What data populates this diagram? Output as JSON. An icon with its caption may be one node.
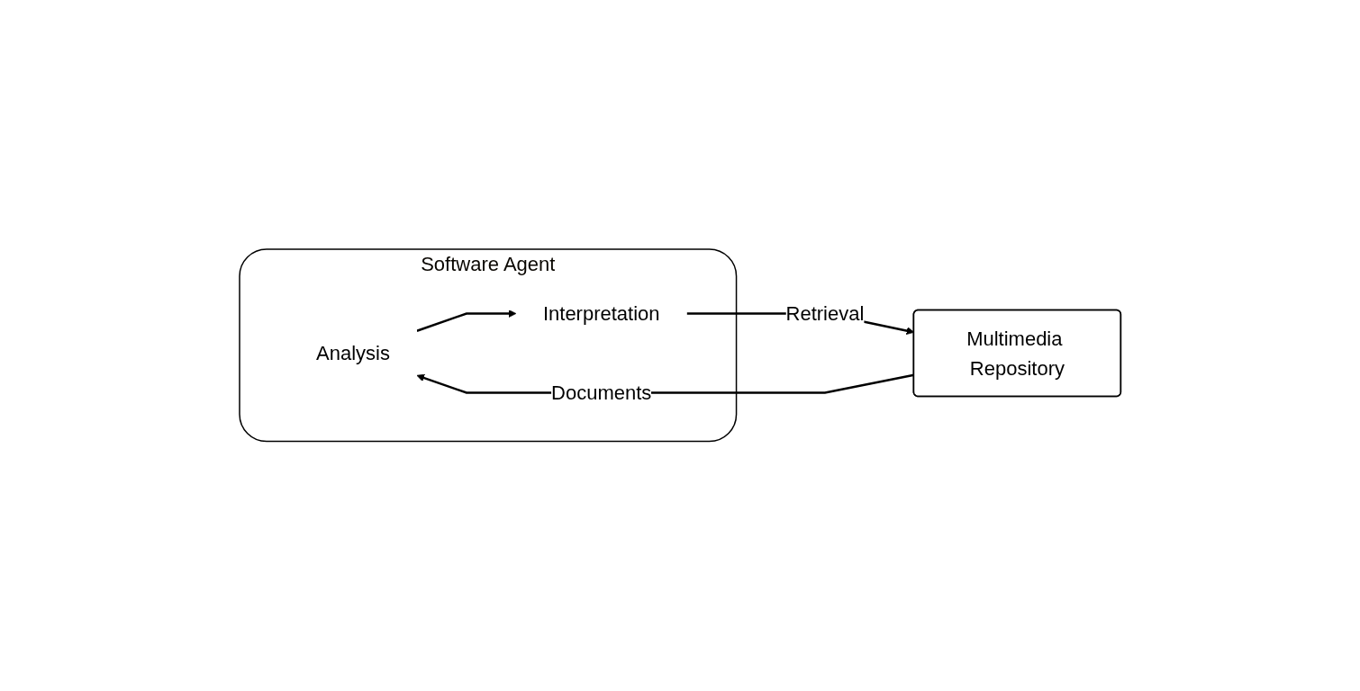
{
  "diagram": {
    "nodes": [
      {
        "text": [
          "Software Agent"
        ]
      },
      {
        "text": [
          "Analysis"
        ],
        "in": 0
      },
      {
        "text": [
          "Interpretation"
        ],
        "in": 0
      },
      {
        "text": [
          "Multimedia Repository"
        ]
      }
    ],
    "edges": [
      {
        "from": 3,
        "to": 1,
        "arrow": "to",
        "label": "Documents"
      },
      {
        "from": 1,
        "to": 2,
        "arrow": "to"
      },
      {
        "from": 2,
        "to": 3,
        "arrow": "to",
        "label": "Retrieval"
      }
    ]
  }
}
